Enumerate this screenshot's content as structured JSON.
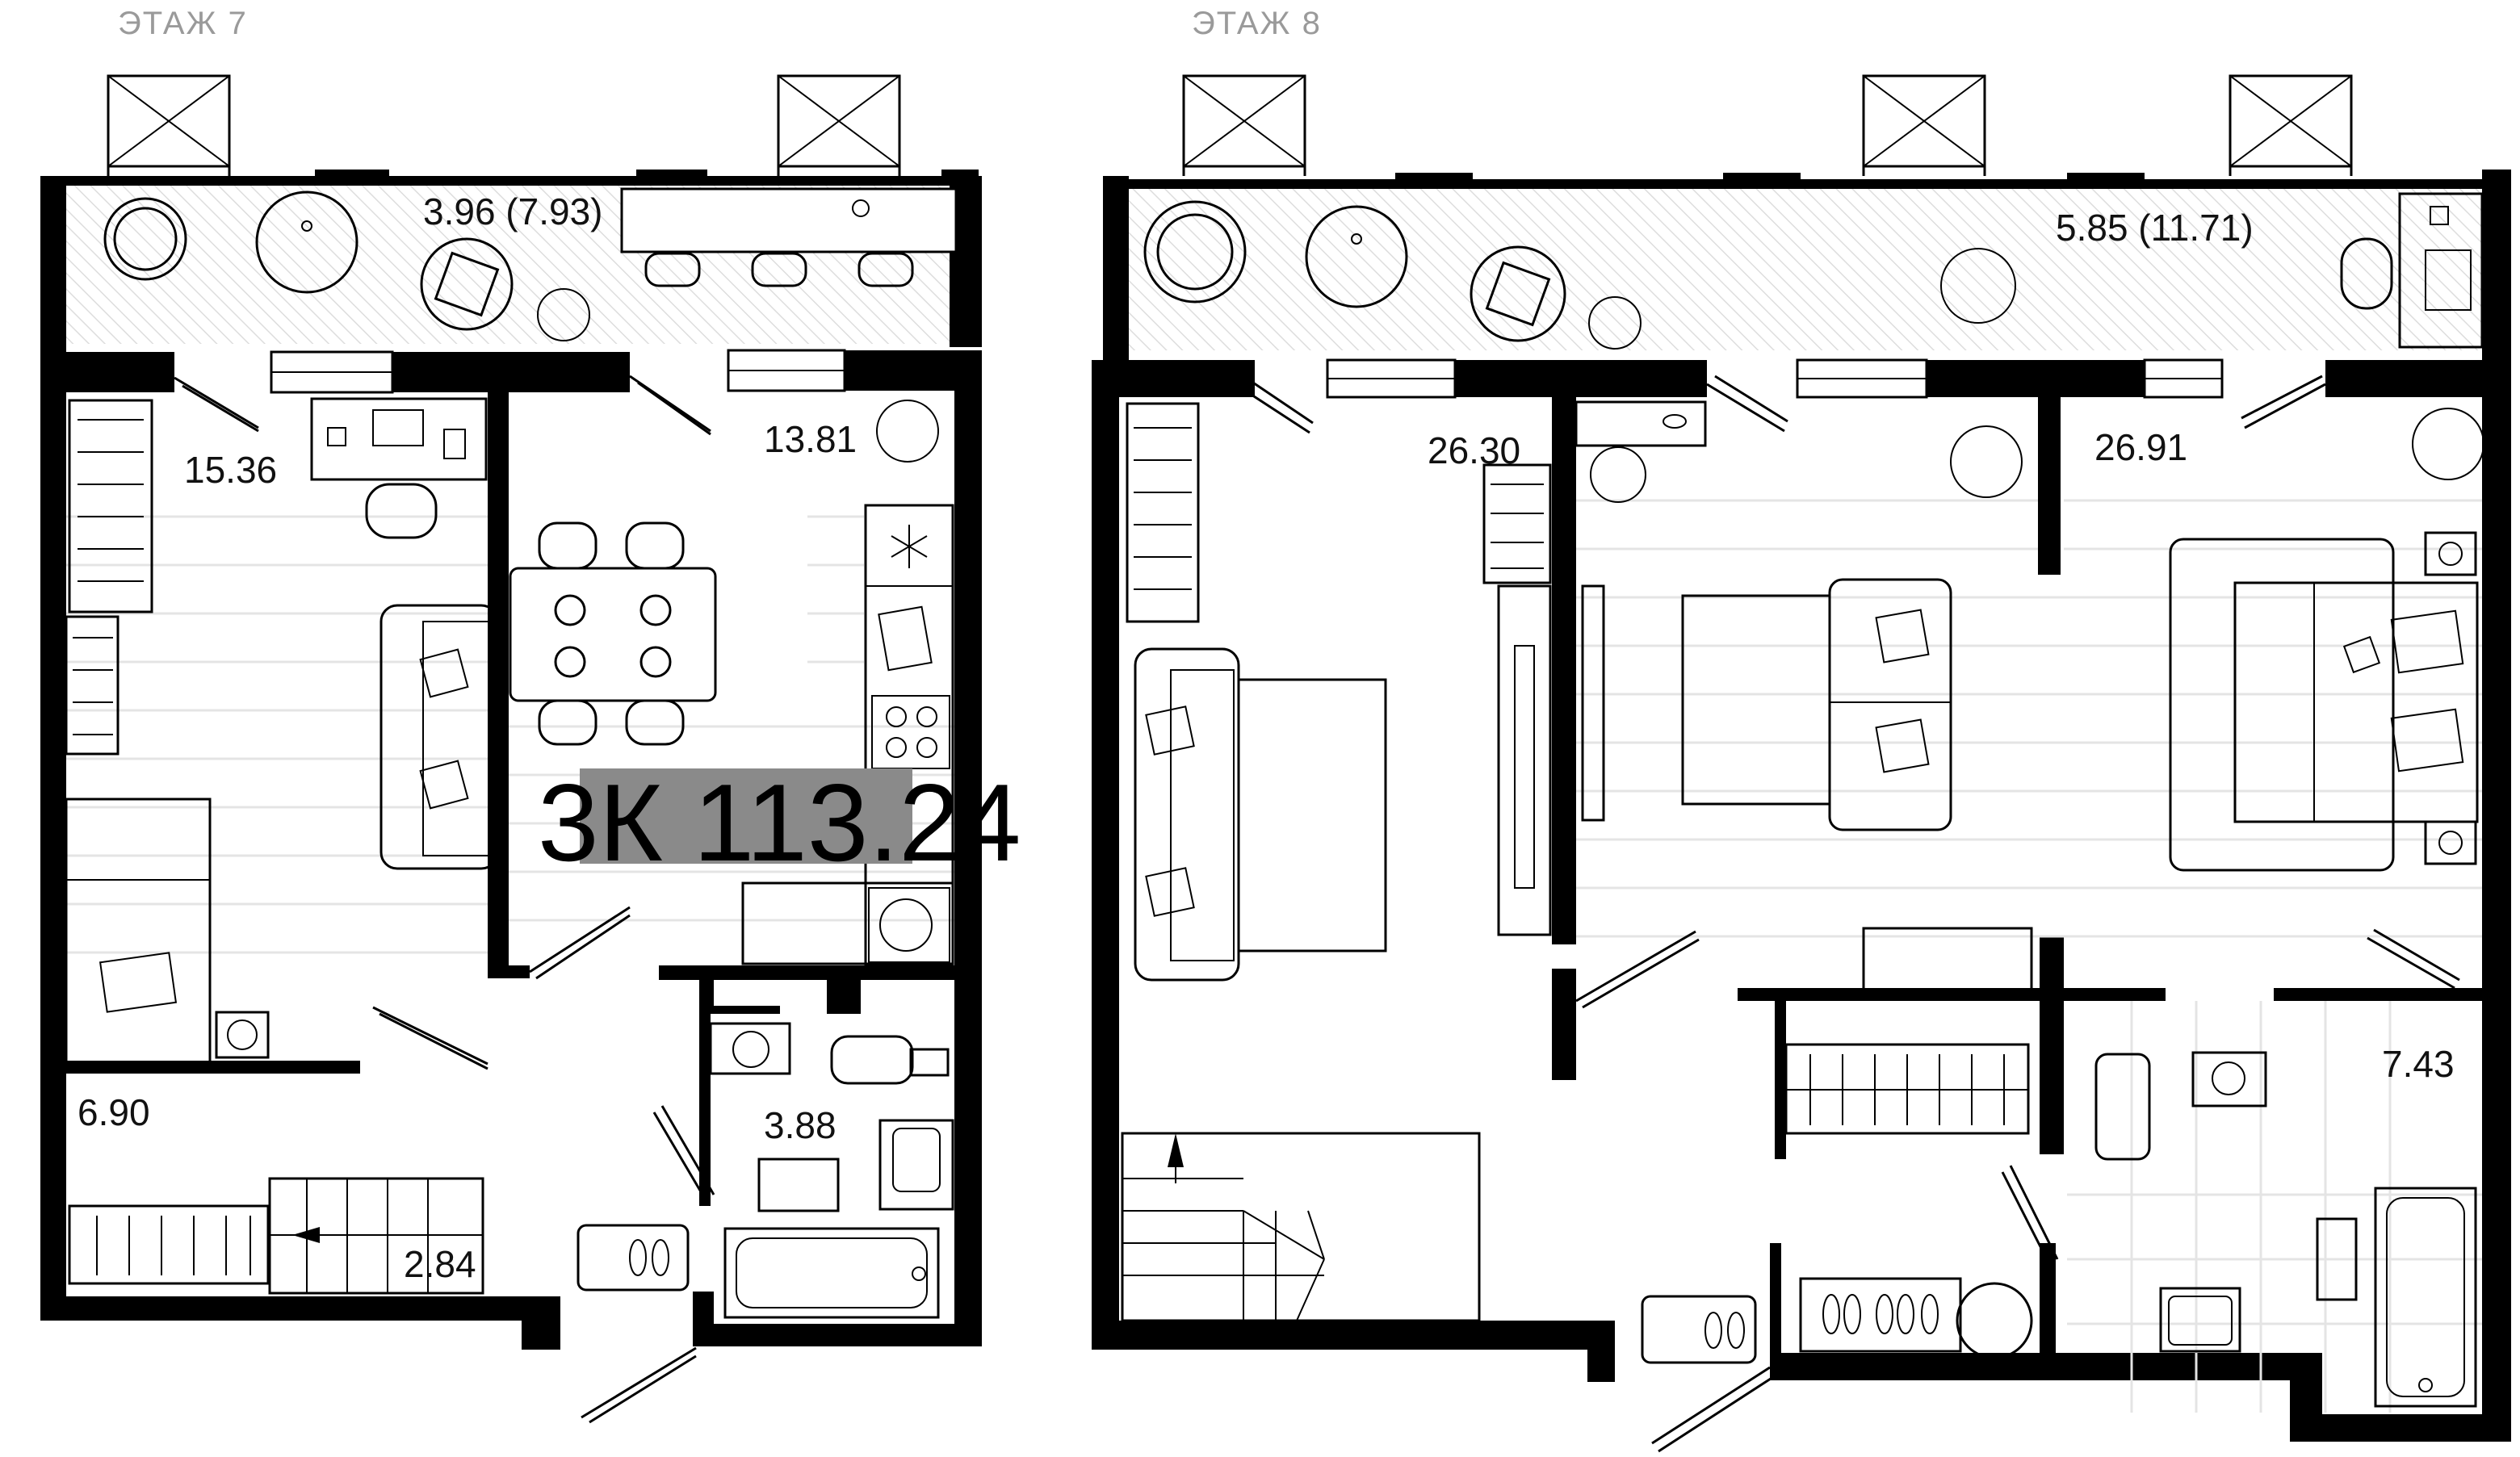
{
  "floors": [
    {
      "label": "ЭТАЖ 7",
      "rooms": [
        {
          "area": "3.96 (7.93)"
        },
        {
          "area": "15.36"
        },
        {
          "area": "13.81"
        },
        {
          "area": "6.90"
        },
        {
          "area": "3.88"
        },
        {
          "area": "2.84"
        }
      ]
    },
    {
      "label": "ЭТАЖ 8",
      "rooms": [
        {
          "area": "5.85 (11.71)"
        },
        {
          "area": "26.30"
        },
        {
          "area": "26.91"
        },
        {
          "area": "7.43"
        }
      ]
    }
  ],
  "badge": {
    "text": "3К 113.24",
    "color": "#8a8a8a"
  },
  "colors": {
    "wall": "#000000",
    "line": "#000000",
    "floor_pattern": "#e4e4e4",
    "label": "#9a9a9a"
  }
}
